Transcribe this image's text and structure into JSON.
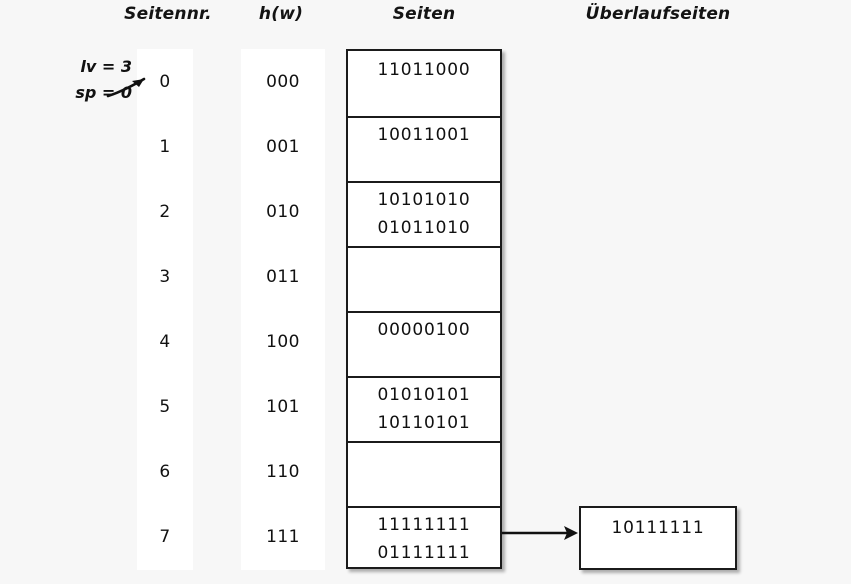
{
  "headers": {
    "page_number": "Seitennr.",
    "hash": "h(w)",
    "pages": "Seiten",
    "overflow_pages": "Überlaufseiten"
  },
  "annotation": {
    "level": "lv = 3",
    "split_pointer": "sp = 0",
    "arrow_icon": "arrow-up-right-icon"
  },
  "rows": [
    {
      "index": "0",
      "hash": "000",
      "records": [
        "11011000"
      ]
    },
    {
      "index": "1",
      "hash": "001",
      "records": [
        "10011001"
      ]
    },
    {
      "index": "2",
      "hash": "010",
      "records": [
        "10101010",
        "01011010"
      ]
    },
    {
      "index": "3",
      "hash": "011",
      "records": []
    },
    {
      "index": "4",
      "hash": "100",
      "records": [
        "00000100"
      ]
    },
    {
      "index": "5",
      "hash": "101",
      "records": [
        "01010101",
        "10110101"
      ]
    },
    {
      "index": "6",
      "hash": "110",
      "records": []
    },
    {
      "index": "7",
      "hash": "111",
      "records": [
        "11111111",
        "01111111"
      ]
    }
  ],
  "overflow": {
    "from_row": "7",
    "records": [
      "10111111"
    ],
    "arrow_icon": "arrow-right-icon"
  },
  "colors": {
    "background": "#f7f7f7",
    "surface": "#ffffff",
    "stroke": "#1b1b1b",
    "text": "#111111"
  }
}
